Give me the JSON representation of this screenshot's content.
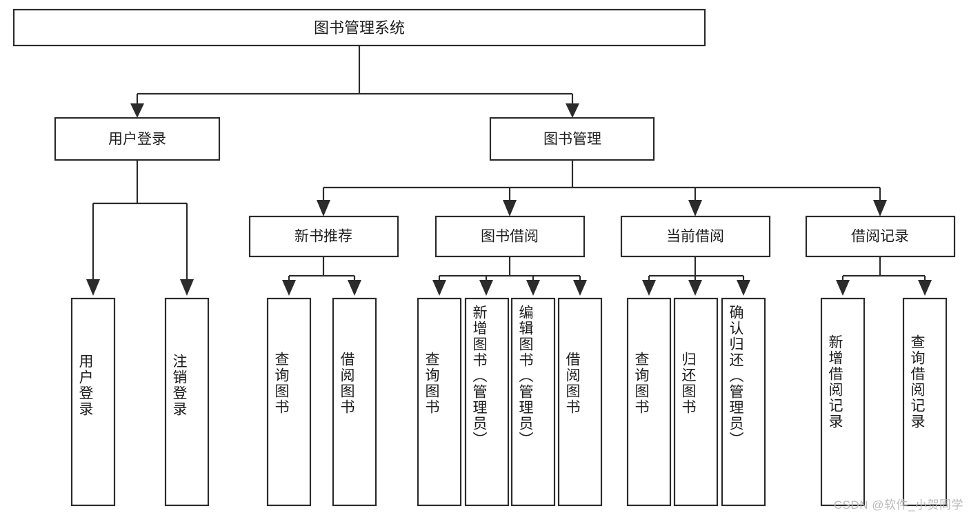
{
  "diagram": {
    "type": "tree",
    "title": "图书管理系统",
    "watermark": "CSDN @软件_小贺同学",
    "colors": {
      "box_stroke": "#2b2b2b",
      "box_fill": "#ffffff",
      "text": "#1d1d1d",
      "connector": "#2b2b2b",
      "watermark": "#b9b9b9",
      "background": "#ffffff"
    },
    "nodes": {
      "root": {
        "label": "图书管理系统"
      },
      "level2": [
        {
          "label": "用户登录"
        },
        {
          "label": "图书管理"
        }
      ],
      "level3": [
        {
          "label": "新书推荐"
        },
        {
          "label": "图书借阅"
        },
        {
          "label": "当前借阅"
        },
        {
          "label": "借阅记录"
        }
      ],
      "leaves": {
        "user_login": [
          {
            "label": "用户登录"
          },
          {
            "label": "注销登录"
          }
        ],
        "new_book_recommend": [
          {
            "label": "查询图书"
          },
          {
            "label": "借阅图书"
          }
        ],
        "book_borrow": [
          {
            "label": "查询图书"
          },
          {
            "label": "新增图书（管理员）"
          },
          {
            "label": "编辑图书（管理员）"
          },
          {
            "label": "借阅图书"
          }
        ],
        "current_borrow": [
          {
            "label": "查询图书"
          },
          {
            "label": "归还图书"
          },
          {
            "label": "确认归还（管理员）"
          }
        ],
        "borrow_record": [
          {
            "label": "新增借阅记录"
          },
          {
            "label": "查询借阅记录"
          }
        ]
      }
    }
  }
}
